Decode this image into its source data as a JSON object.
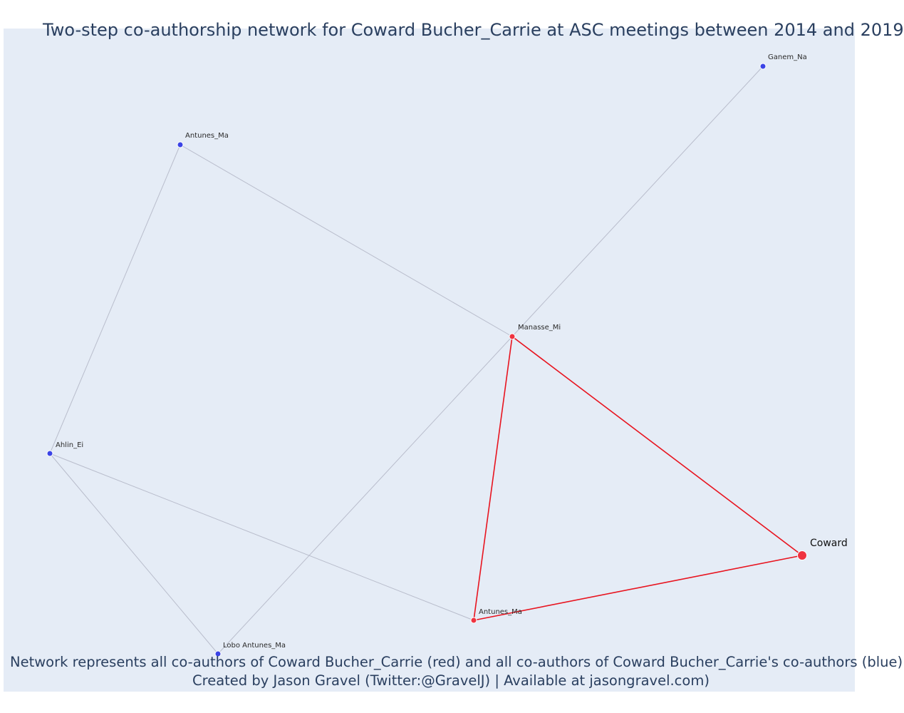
{
  "title": "Two-step co-authorship network for Coward Bucher_Carrie at ASC meetings between 2014 and 2019",
  "caption": {
    "line1": "Network represents all co-authors of Coward Bucher_Carrie (red) and all co-authors of Coward Bucher_Carrie's co-authors (blue)",
    "line2": "Created by Jason Gravel (Twitter:@GravelJ) | Available at jasongravel.com)"
  },
  "colors": {
    "background": "#e5ecf6",
    "first_step_node": "#ef3340",
    "second_step_node": "#3b44e6",
    "first_step_edge": "#e8141f",
    "second_step_edge": "#b9bdcc"
  },
  "nodes": [
    {
      "id": "coward",
      "label": "Coward",
      "group": "focal"
    },
    {
      "id": "manasse",
      "label": "Manasse_Mi",
      "group": "coauthor"
    },
    {
      "id": "antunes_red",
      "label": "Antunes_Ma",
      "group": "coauthor"
    },
    {
      "id": "ganem",
      "label": "Ganem_Na",
      "group": "second"
    },
    {
      "id": "antunes_blue",
      "label": "Antunes_Ma",
      "group": "second"
    },
    {
      "id": "ahlin",
      "label": "Ahlin_Ei",
      "group": "second"
    },
    {
      "id": "lobo",
      "label": "Lobo Antunes_Ma",
      "group": "second"
    }
  ],
  "edges": [
    {
      "source": "coward",
      "target": "manasse",
      "type": "first"
    },
    {
      "source": "coward",
      "target": "antunes_red",
      "type": "first"
    },
    {
      "source": "manasse",
      "target": "antunes_red",
      "type": "first"
    },
    {
      "source": "manasse",
      "target": "ganem",
      "type": "second"
    },
    {
      "source": "manasse",
      "target": "antunes_blue",
      "type": "second"
    },
    {
      "source": "manasse",
      "target": "lobo",
      "type": "second"
    },
    {
      "source": "antunes_blue",
      "target": "ahlin",
      "type": "second"
    },
    {
      "source": "ahlin",
      "target": "lobo",
      "type": "second"
    },
    {
      "source": "ahlin",
      "target": "antunes_red",
      "type": "second"
    }
  ]
}
